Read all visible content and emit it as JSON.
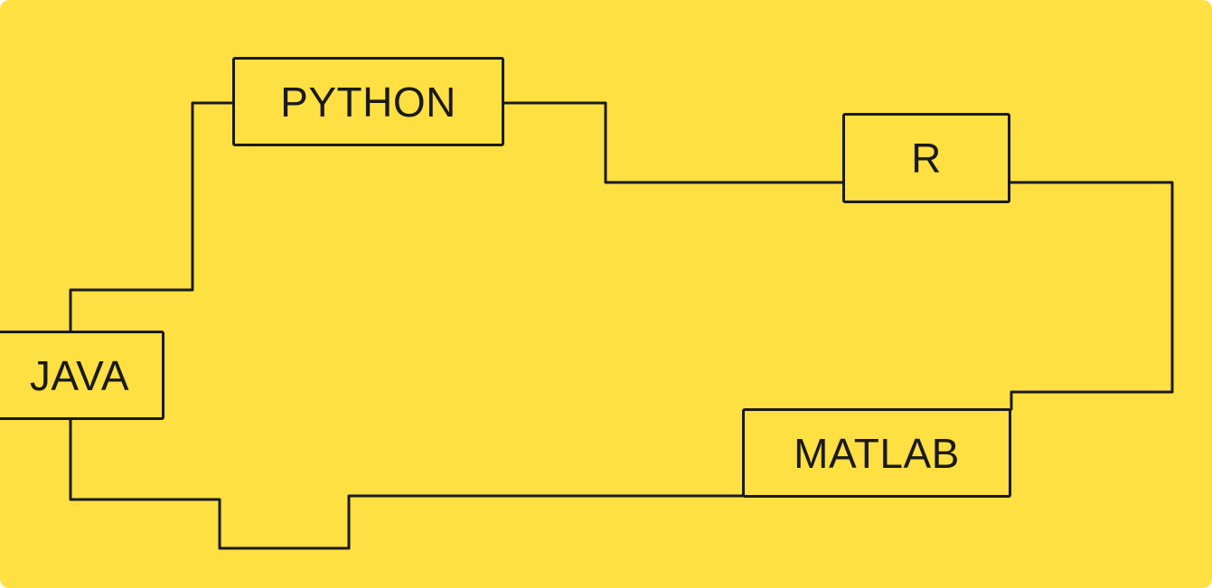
{
  "diagram": {
    "background_color": "#FFE042",
    "line_color": "#1a1a1a",
    "nodes": {
      "python": "PYTHON",
      "r": "R",
      "java": "JAVA",
      "matlab": "MATLAB"
    }
  }
}
